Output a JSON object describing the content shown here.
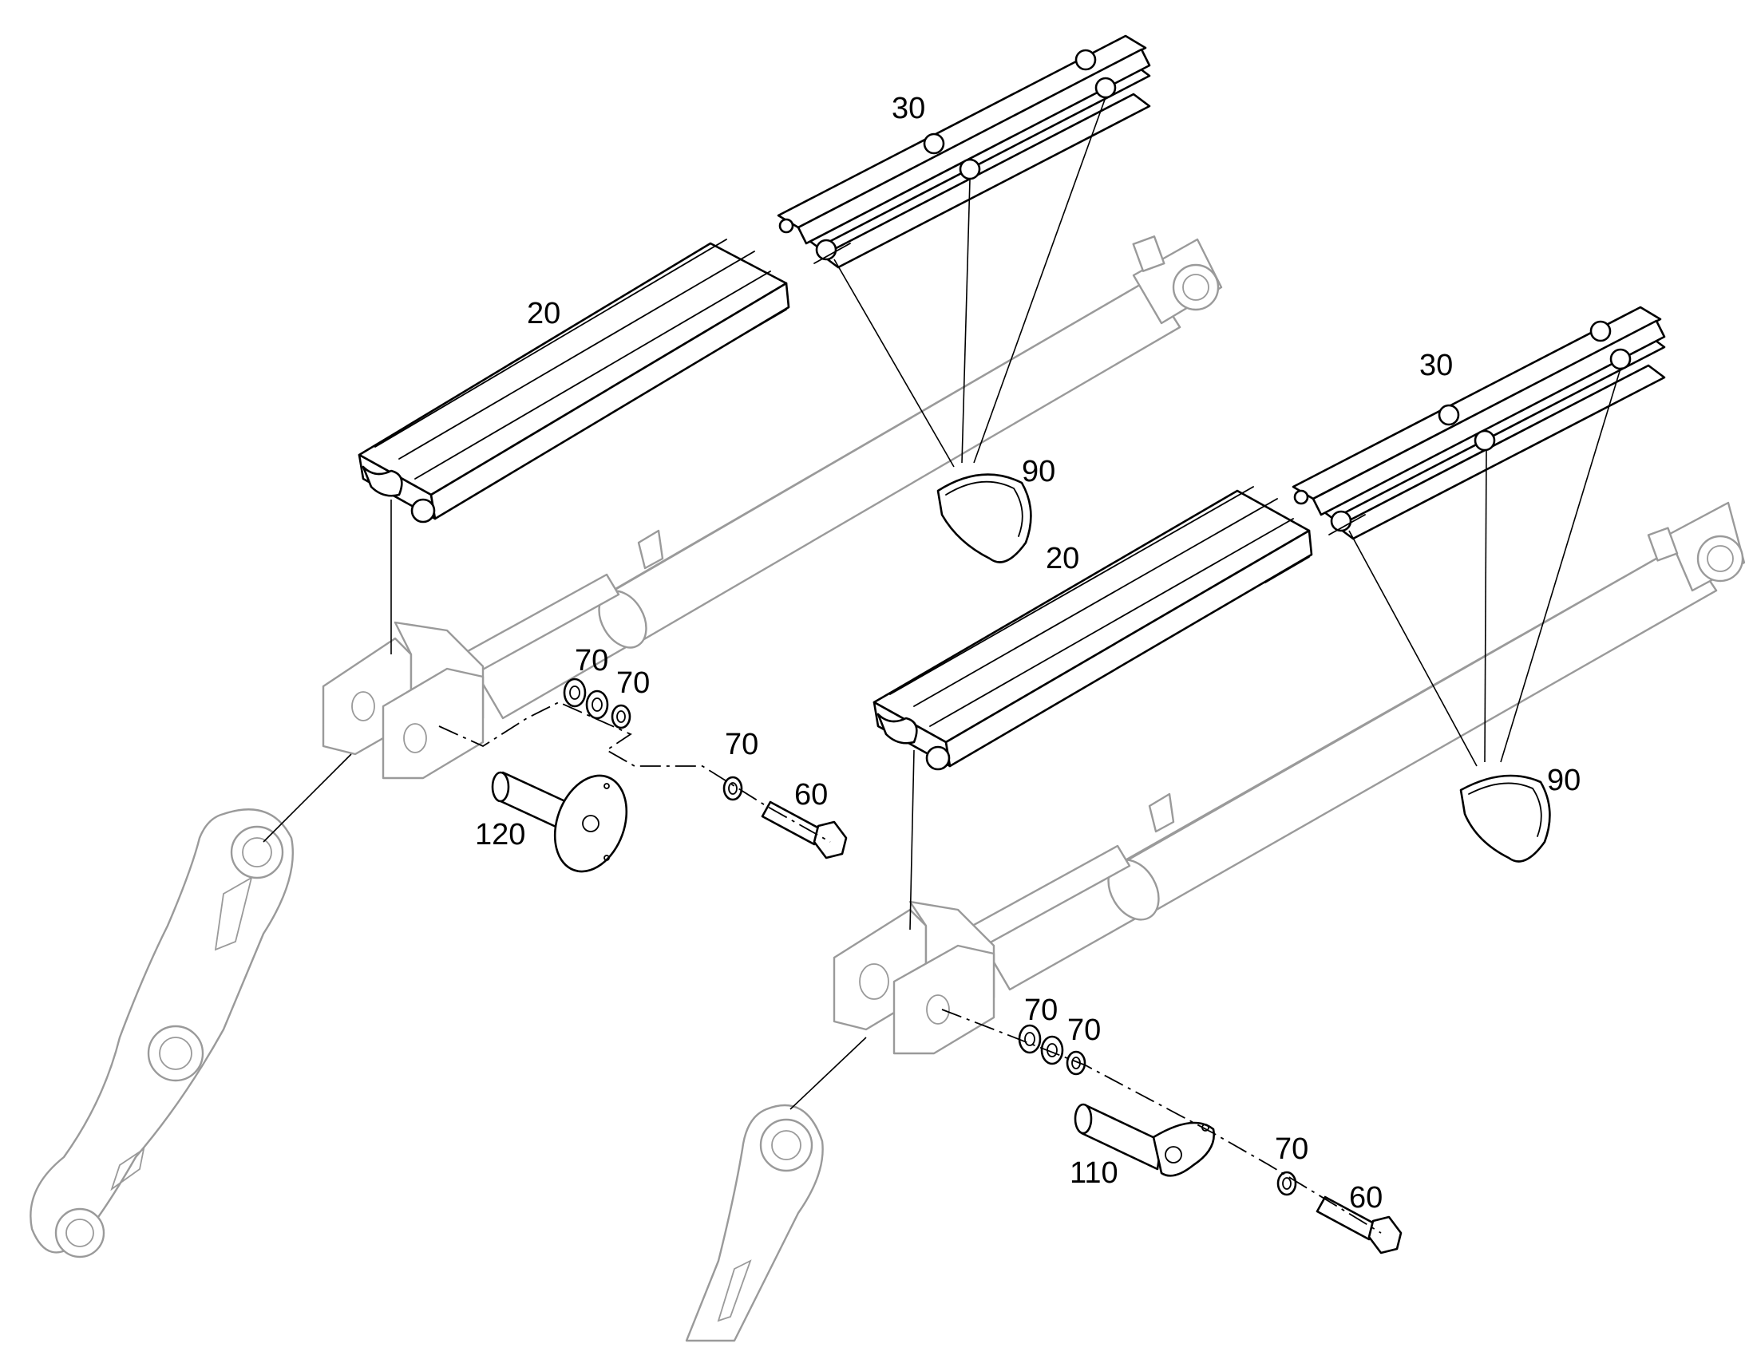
{
  "callouts": {
    "left_guard": "20",
    "left_clip": "30",
    "left_band": "90",
    "left_washer_a": "70",
    "left_washer_b": "70",
    "left_washer_c": "70",
    "left_bolt": "60",
    "left_pin": "120",
    "right_guard": "20",
    "right_clip": "30",
    "right_band": "90",
    "right_washer_a": "70",
    "right_washer_b": "70",
    "right_washer_c": "70",
    "right_bolt": "60",
    "right_pin": "110"
  }
}
